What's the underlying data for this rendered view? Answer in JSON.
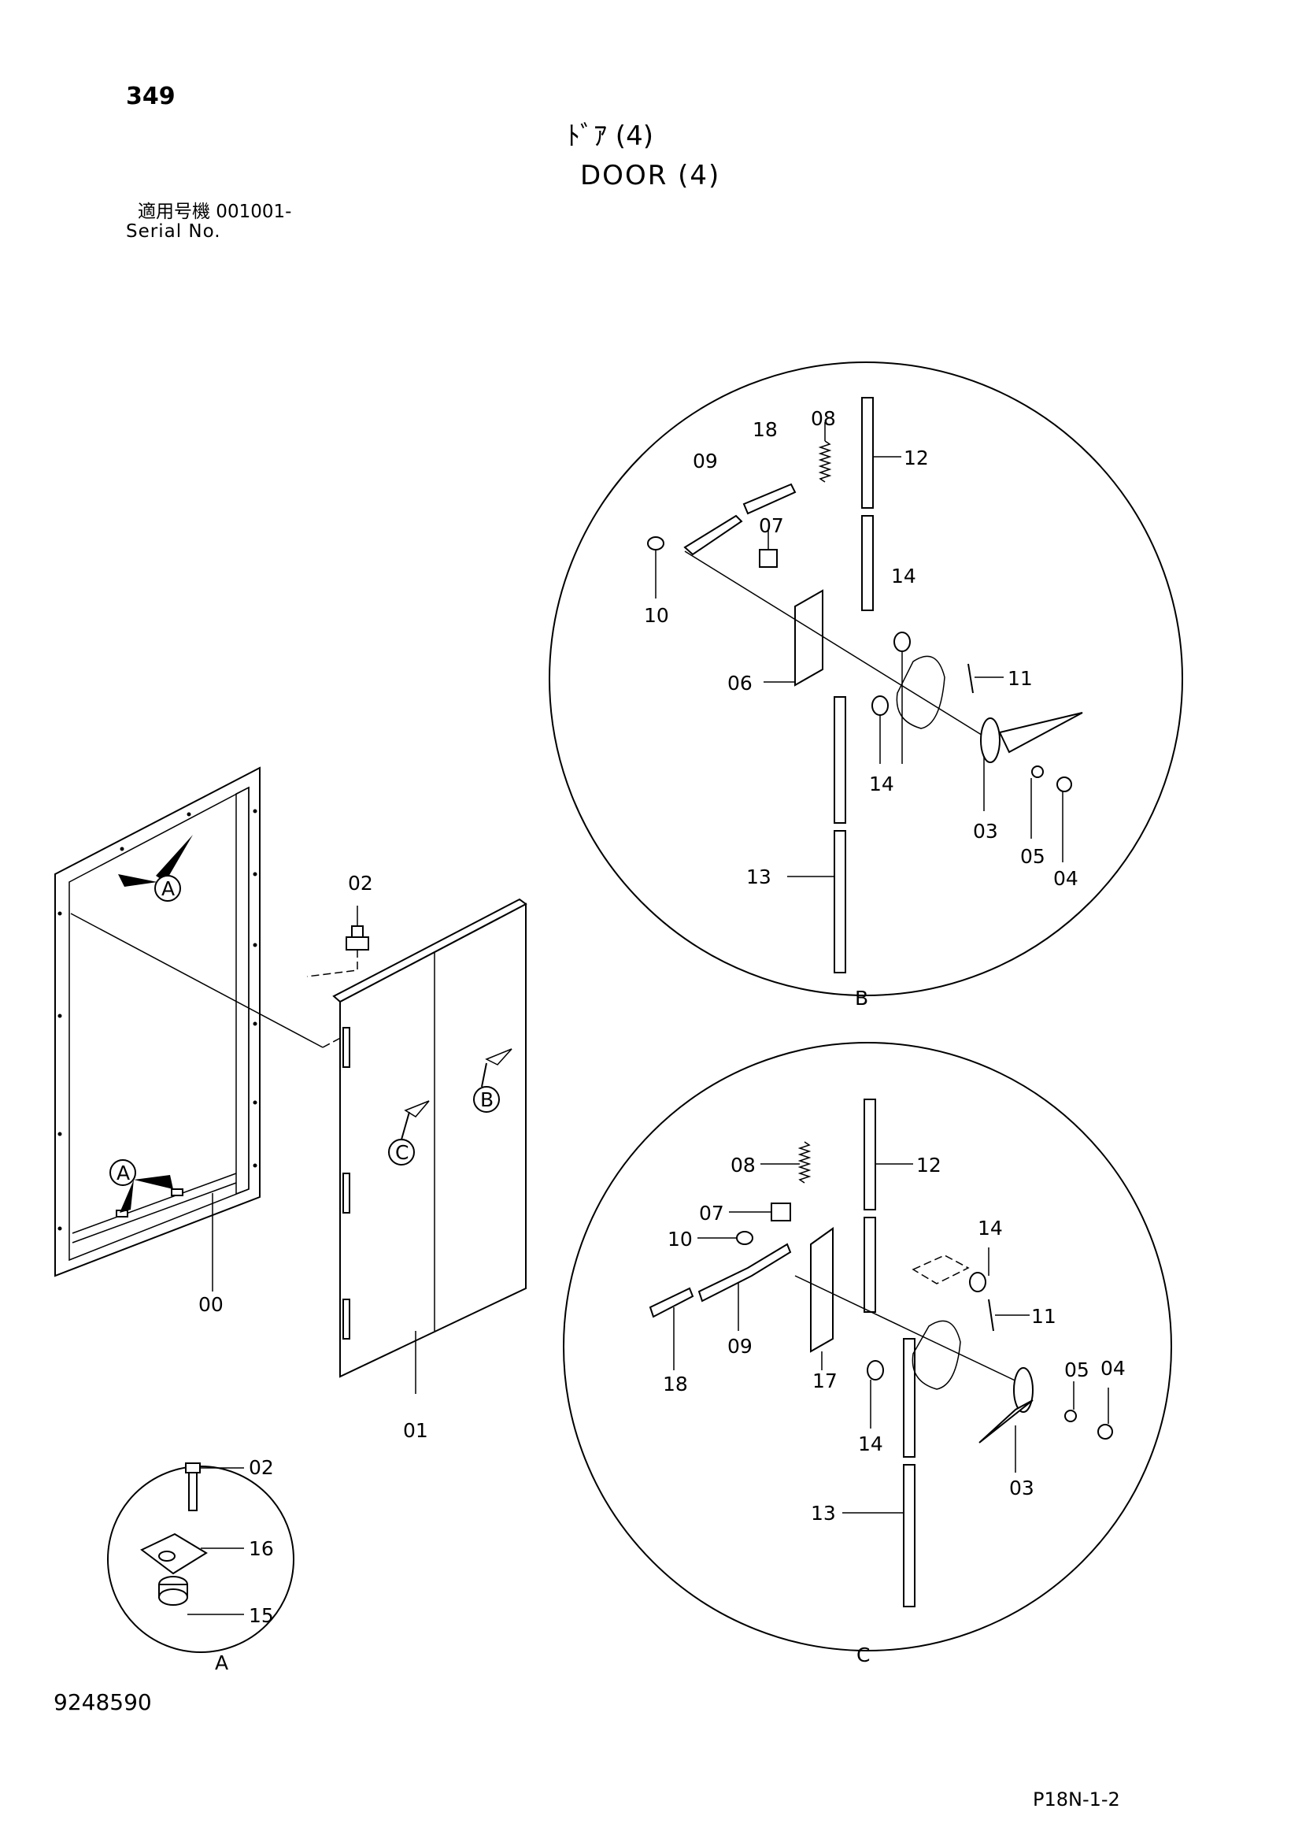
{
  "header": {
    "page_number": "349",
    "title_jp": "ﾄﾞｱ (4)",
    "title_en": "DOOR (4)",
    "serial_label_jp": "適用号機  001001-",
    "serial_label_en": "Serial No."
  },
  "footer": {
    "drawing_number": "9248590",
    "page_code": "P18N-1-2"
  },
  "callouts": {
    "view_a": [
      "A",
      "A"
    ],
    "view_b": "B",
    "view_c": "C"
  },
  "detail_views": {
    "a_label": "A",
    "b_label": "B",
    "c_label": "C"
  },
  "part_labels": {
    "p00": "00",
    "p01": "01",
    "p02": "02",
    "p03": "03",
    "p04": "04",
    "p05": "05",
    "p06": "06",
    "p07": "07",
    "p08": "08",
    "p09": "09",
    "p10": "10",
    "p11": "11",
    "p12": "12",
    "p13": "13",
    "p14": "14",
    "p15": "15",
    "p16": "16",
    "p17": "17",
    "p18": "18"
  }
}
